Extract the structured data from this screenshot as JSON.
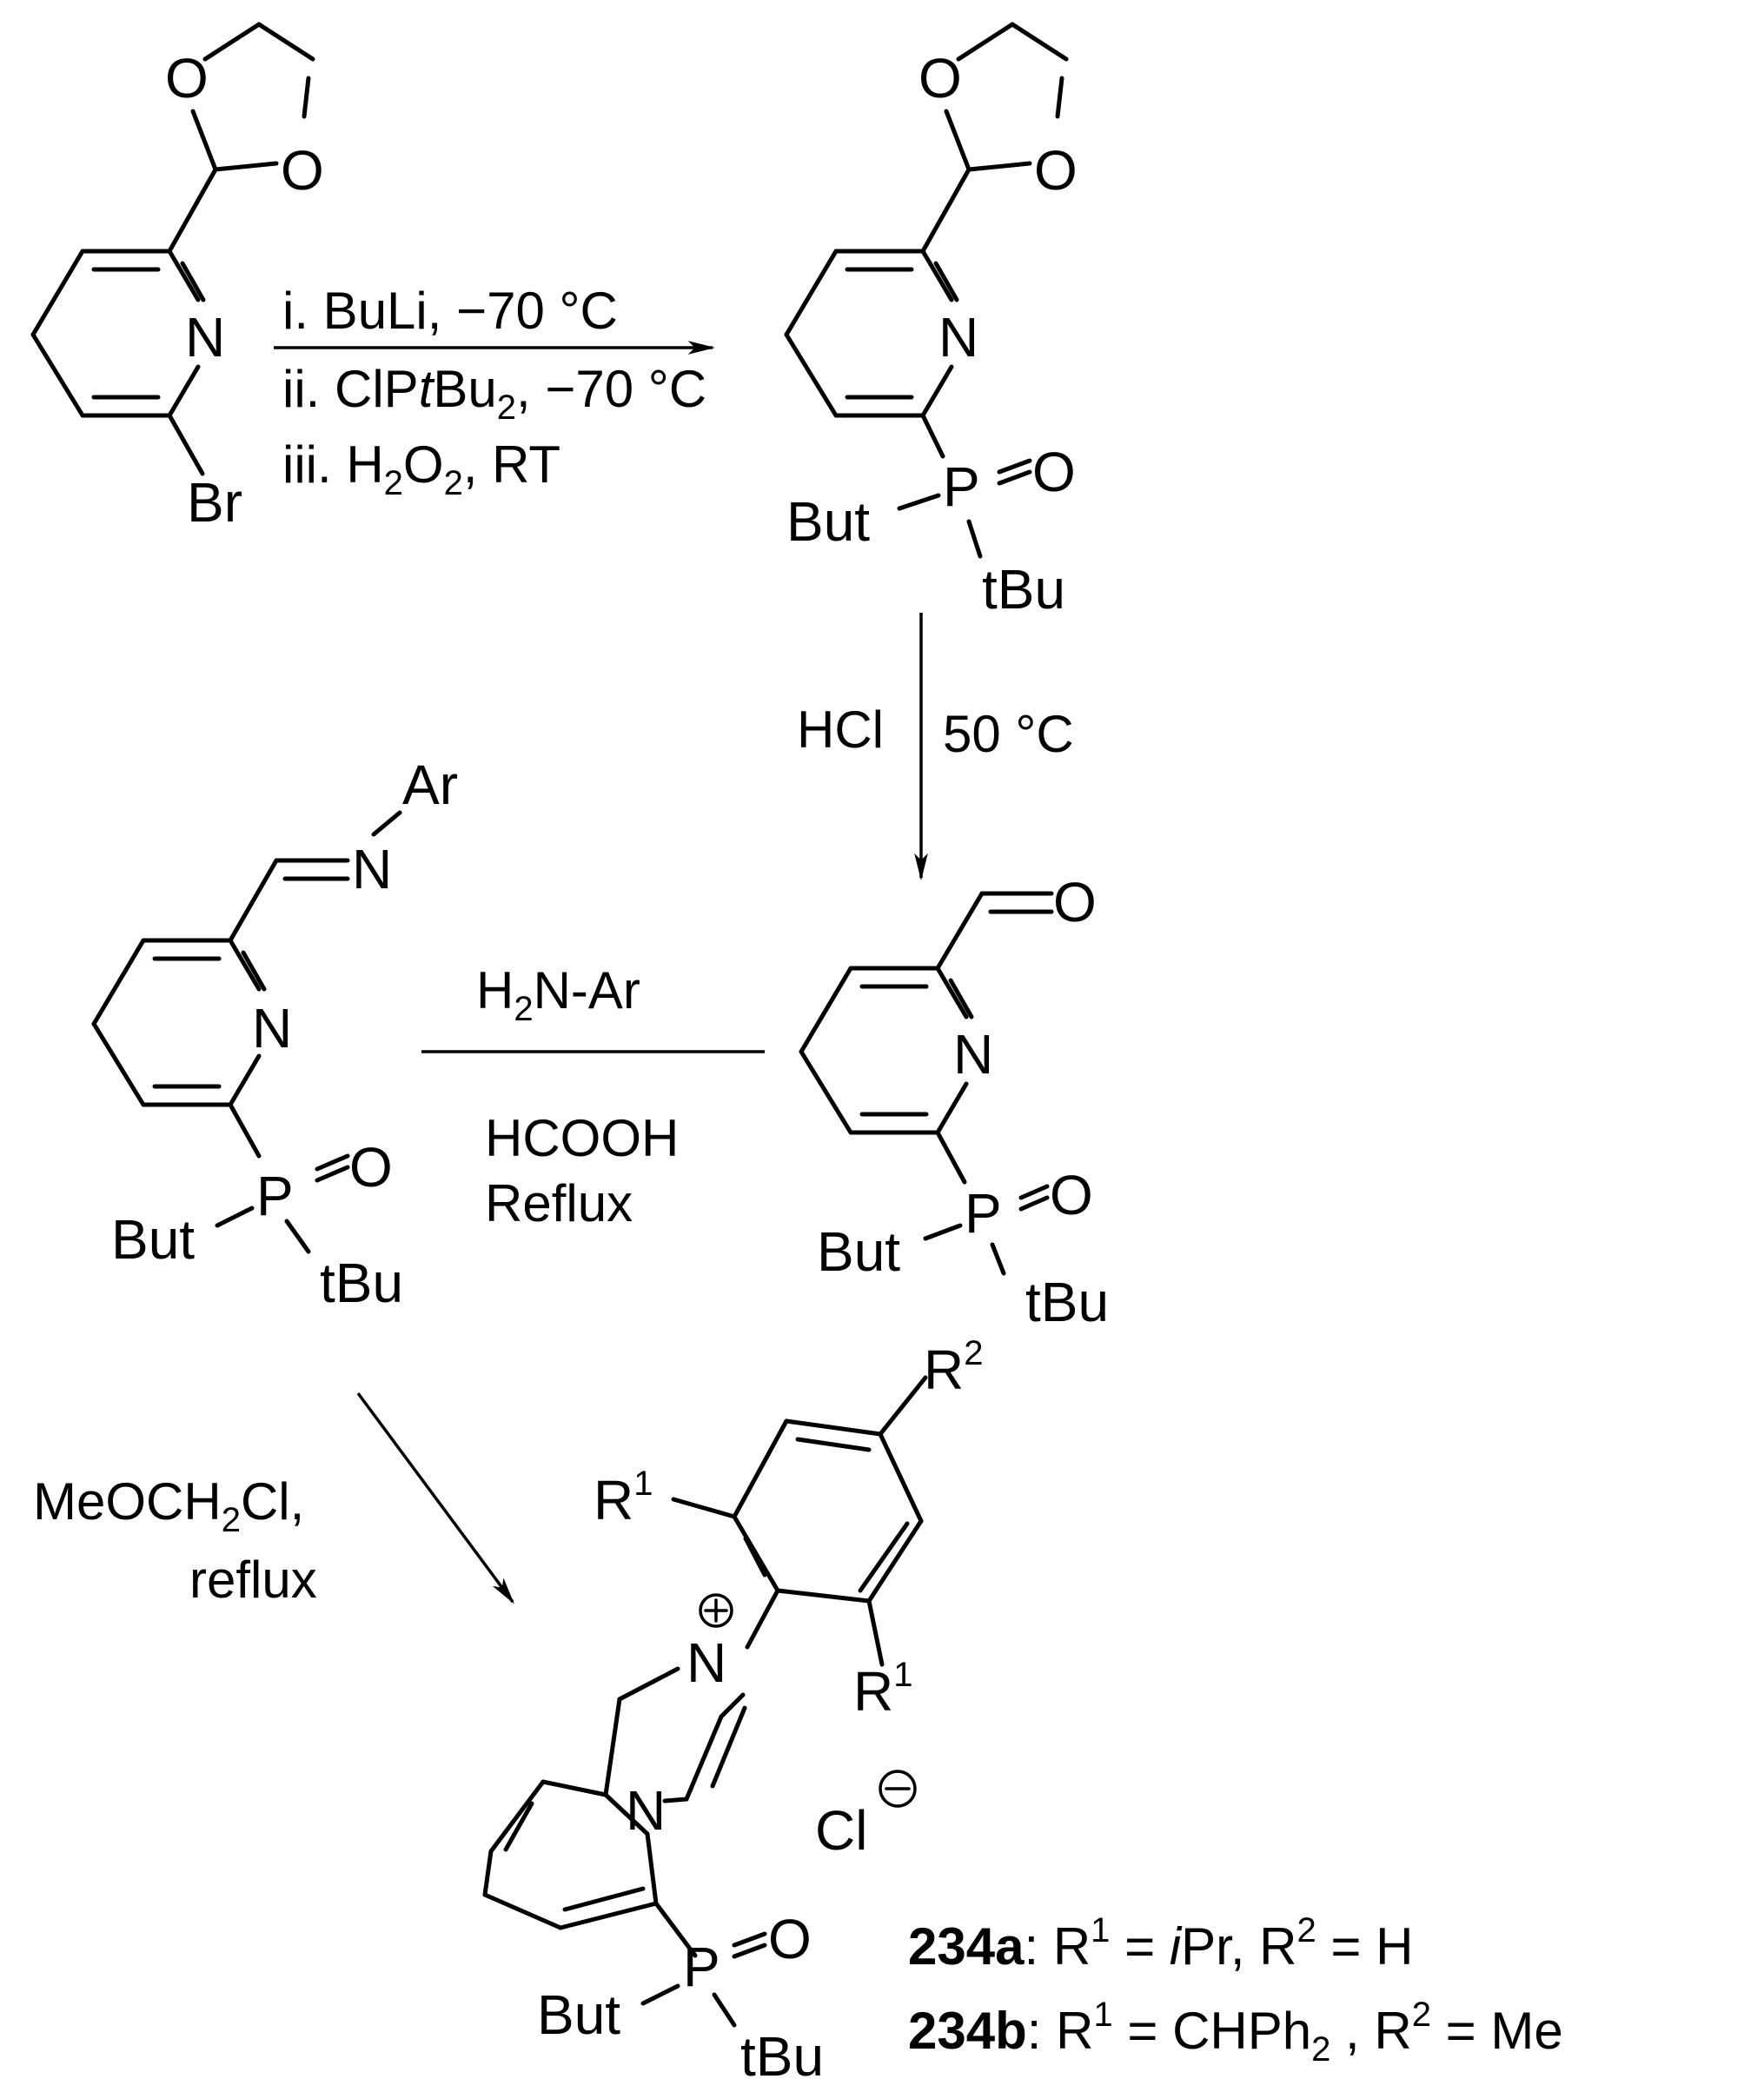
{
  "atoms": {
    "O": "O",
    "N": "N",
    "Br": "Br",
    "P": "P",
    "But": "But",
    "tBu": "tBu",
    "Ar": "Ar",
    "R": "R",
    "Cl": "Cl",
    "one": "1",
    "two": "2"
  },
  "step1": {
    "line1": "i. BuLi,  −70 °C",
    "line2_a": "ii. ClP",
    "line2_t": "t",
    "line2_b": "Bu",
    "line2_sub": "2",
    "line2_c": ", −70 °C",
    "line3_a": "iii. H",
    "line3_sub1": "2",
    "line3_b": "O",
    "line3_sub2": "2",
    "line3_c": ", RT"
  },
  "step2": {
    "left": "HCl",
    "right": "50 °C"
  },
  "step3": {
    "above_a": "H",
    "above_sub": "2",
    "above_b": "N-Ar",
    "below1": "HCOOH",
    "below2": "Reflux"
  },
  "step4": {
    "line1_a": "MeOCH",
    "line1_sub": "2",
    "line1_b": "Cl,",
    "line2": "reflux"
  },
  "legend": {
    "a_label": "234a",
    "a_text1": ": R",
    "a_sup1": "1",
    "a_text2": " = ",
    "a_ital": "i",
    "a_text3": "Pr, R",
    "a_sup2": "2",
    "a_text4": " = H",
    "b_label": "234b",
    "b_text1": ": R",
    "b_sup1": "1",
    "b_text2": " = CHPh",
    "b_sub": "2",
    "b_text3": " , R",
    "b_sup2": "2",
    "b_text4": " = Me"
  }
}
